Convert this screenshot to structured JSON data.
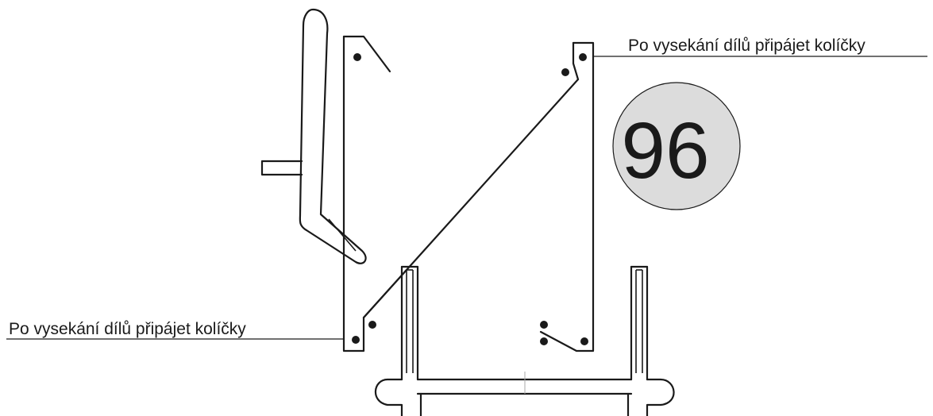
{
  "annotations": {
    "top_right": "Po vysekání dílů připájet kolíčky",
    "bottom_left": "Po vysekání dílů připájet kolíčky"
  },
  "page_badge": {
    "number": "96",
    "fill_color": "#dcdcdc"
  },
  "colors": {
    "line": "#1a1a1a",
    "background": "#ffffff"
  }
}
